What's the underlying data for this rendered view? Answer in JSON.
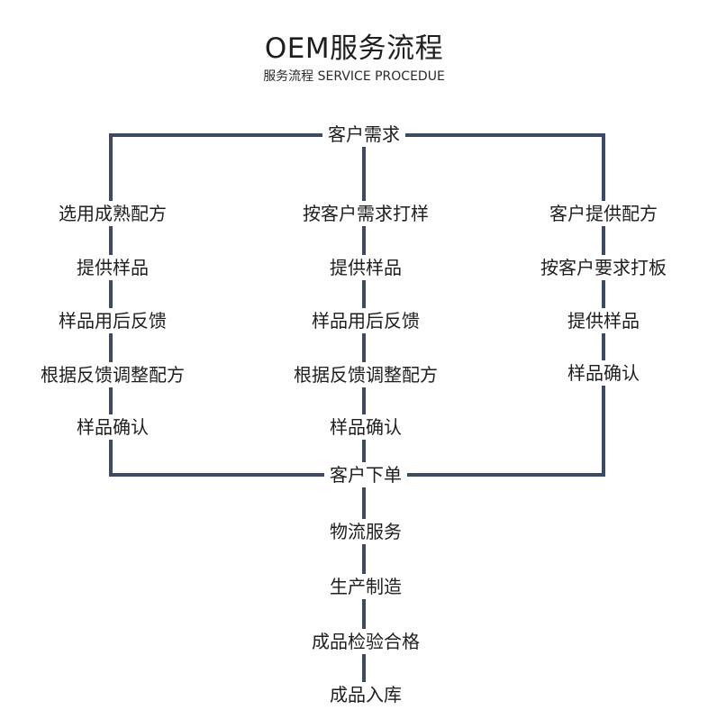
{
  "header": {
    "title": "OEM服务流程",
    "subtitle": "服务流程 SERVICE PROCEDUE"
  },
  "colors": {
    "line": "#3d4b62",
    "text": "#1e1e1e",
    "background": "#ffffff"
  },
  "flow": {
    "start": "客户需求",
    "branches": {
      "left": [
        "选用成熟配方",
        "提供样品",
        "样品用后反馈",
        "根据反馈调整配方",
        "样品确认"
      ],
      "middle": [
        "按客户需求打样",
        "提供样品",
        "样品用后反馈",
        "根据反馈调整配方",
        "样品确认"
      ],
      "right": [
        "客户提供配方",
        "按客户要求打板",
        "提供样品",
        "样品确认"
      ]
    },
    "merge": "客户下单",
    "after": [
      "物流服务",
      "生产制造",
      "成品检验合格",
      "成品入库"
    ]
  }
}
